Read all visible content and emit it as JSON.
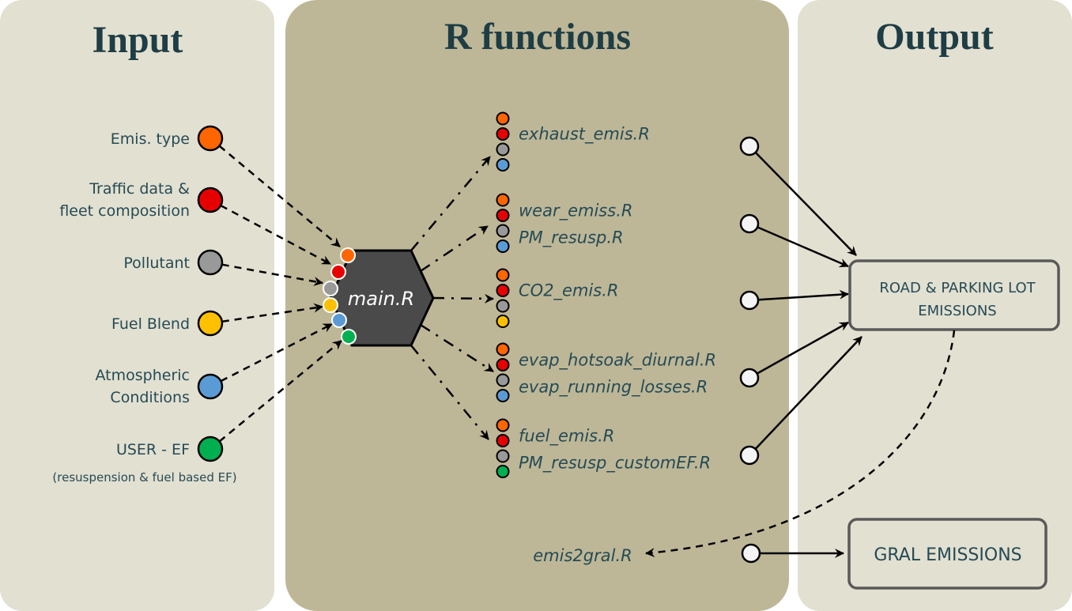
{
  "panels": {
    "input_title": "Input",
    "functions_title": "R functions",
    "output_title": "Output"
  },
  "colors": {
    "input_panel": "#e2e0d1",
    "functions_panel": "#bdb797",
    "output_panel": "#e2e0d1",
    "title": "#1f3d45",
    "text": "#264a55",
    "hexagon": "#4a4a4a",
    "orange": "#ff6600",
    "red": "#e60000",
    "gray": "#999999",
    "yellow": "#ffc000",
    "blue": "#5b9bd5",
    "green": "#00b050",
    "output_node": "#f4f4f4",
    "box_border": "#595959"
  },
  "inputs": [
    {
      "lines": [
        "Emis. type"
      ],
      "color": "orange"
    },
    {
      "lines": [
        "Traffic data &",
        "fleet composition"
      ],
      "color": "red"
    },
    {
      "lines": [
        "Pollutant"
      ],
      "color": "gray"
    },
    {
      "lines": [
        "Fuel Blend"
      ],
      "color": "yellow"
    },
    {
      "lines": [
        "Atmospheric",
        "Conditions"
      ],
      "color": "blue"
    },
    {
      "lines": [
        "USER - EF"
      ],
      "color": "green",
      "note": "(resuspension & fuel based EF)"
    }
  ],
  "main_function": "main.R",
  "functions": [
    {
      "names": [
        "exhaust_emis.R"
      ],
      "dots": [
        "orange",
        "red",
        "gray",
        "blue"
      ]
    },
    {
      "names": [
        "wear_emiss.R",
        "PM_resusp.R"
      ],
      "dots": [
        "orange",
        "red",
        "gray",
        "blue"
      ]
    },
    {
      "names": [
        "CO2_emis.R"
      ],
      "dots": [
        "orange",
        "red",
        "gray",
        "yellow"
      ]
    },
    {
      "names": [
        "evap_hotsoak_diurnal.R",
        "evap_running_losses.R"
      ],
      "dots": [
        "orange",
        "red",
        "gray",
        "blue"
      ]
    },
    {
      "names": [
        "fuel_emis.R",
        "PM_resusp_customEF.R"
      ],
      "dots": [
        "orange",
        "red",
        "gray",
        "green"
      ]
    }
  ],
  "converter_function": "emis2gral.R",
  "outputs": {
    "road_box": [
      "ROAD  & PARKING LOT",
      "EMISSIONS"
    ],
    "gral_box": "GRAL EMISSIONS"
  }
}
